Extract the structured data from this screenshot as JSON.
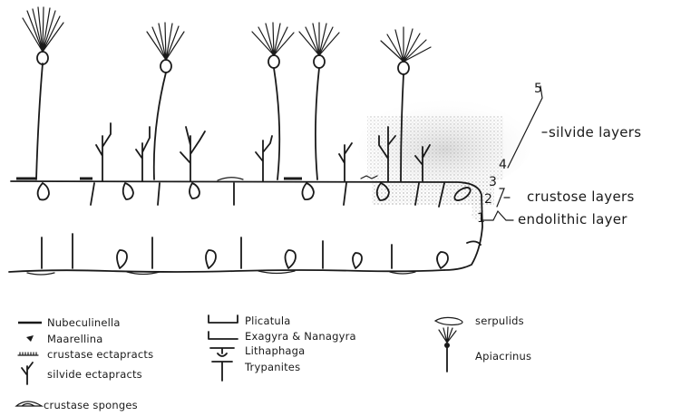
{
  "annotations": {
    "silvide_num": "5",
    "silvide_num2": "4",
    "silvide_label": "silvide layers",
    "crust_num1": "3",
    "crust_num2": "2",
    "crustose_label": "crustose layers",
    "endo_num": "1",
    "endolithic_label": "endolithic layer"
  },
  "legend": {
    "col1": [
      {
        "icon": "nubeculinella-icon",
        "label": "Nubeculinella"
      },
      {
        "icon": "maarellina-icon",
        "label": "Maarellina"
      },
      {
        "icon": "crustase-ectapracts-icon",
        "label": "crustase ectapracts"
      },
      {
        "icon": "silvide-ectapracts-icon",
        "label": "silvide ectapracts"
      },
      {
        "icon": "crustase-sponges-icon",
        "label": "crustase sponges"
      }
    ],
    "col2": [
      {
        "icon": "plicatula-icon",
        "label": "Plicatula"
      },
      {
        "icon": "exagyra-nanagyra-icon",
        "label": "Exagyra & Nanagyra"
      },
      {
        "icon": "lithaphaga-icon",
        "label": "Lithaphaga"
      },
      {
        "icon": "trypanites-icon",
        "label": "Trypanites"
      }
    ],
    "col3": [
      {
        "icon": "serpulids-icon",
        "label": "serpulids"
      },
      {
        "icon": "apiacrinus-icon",
        "label": "Apiacrinus"
      }
    ]
  },
  "colors": {
    "ink": "#1a1a1a",
    "stipple": "#9a9a9a",
    "background": "#ffffff"
  }
}
